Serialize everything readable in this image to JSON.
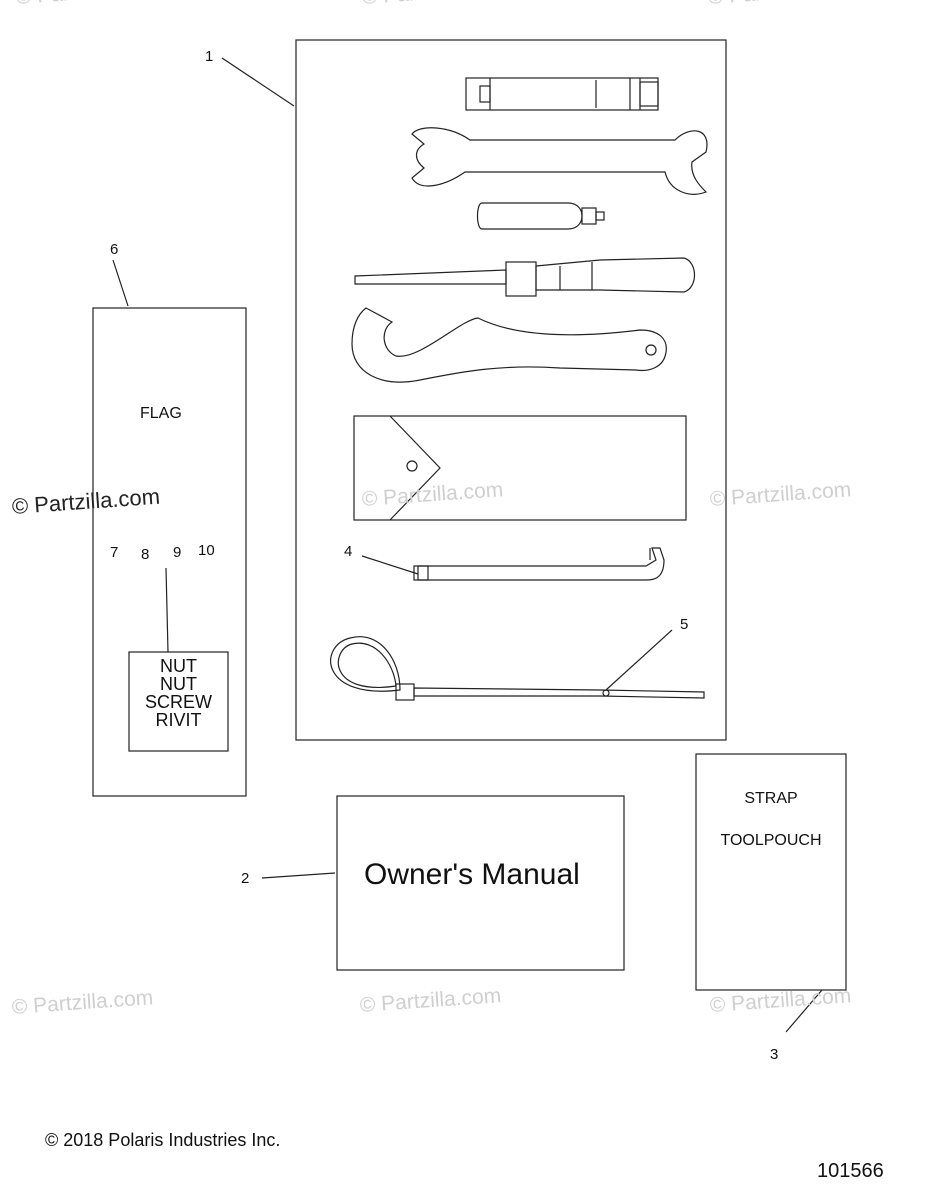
{
  "watermarks": {
    "main": "© Partzilla.com",
    "top_left": "© Partz",
    "top_mid": "© Partzi",
    "top_right": "© Partzil",
    "mid_center": "© Partzilla.com",
    "mid_right": "© Partzilla.com",
    "bottom_left": "© Partzilla.com",
    "bottom_center": "© Partzilla.com",
    "bottom_right": "© Partzilla.com"
  },
  "callouts": {
    "c1": "1",
    "c2": "2",
    "c3": "3",
    "c4": "4",
    "c5": "5",
    "c6": "6",
    "c7": "7",
    "c8": "8",
    "c9": "9",
    "c10": "10"
  },
  "flag_box": {
    "label": "FLAG",
    "inner_lines": [
      "NUT",
      "NUT",
      "SCREW",
      "RIVIT"
    ]
  },
  "manual_box": {
    "label": "Owner's Manual"
  },
  "strap_box": {
    "line1": "STRAP",
    "line2": "TOOLPOUCH"
  },
  "footer": {
    "copyright": "© 2018 Polaris Industries Inc.",
    "diagram_number": "101566"
  }
}
